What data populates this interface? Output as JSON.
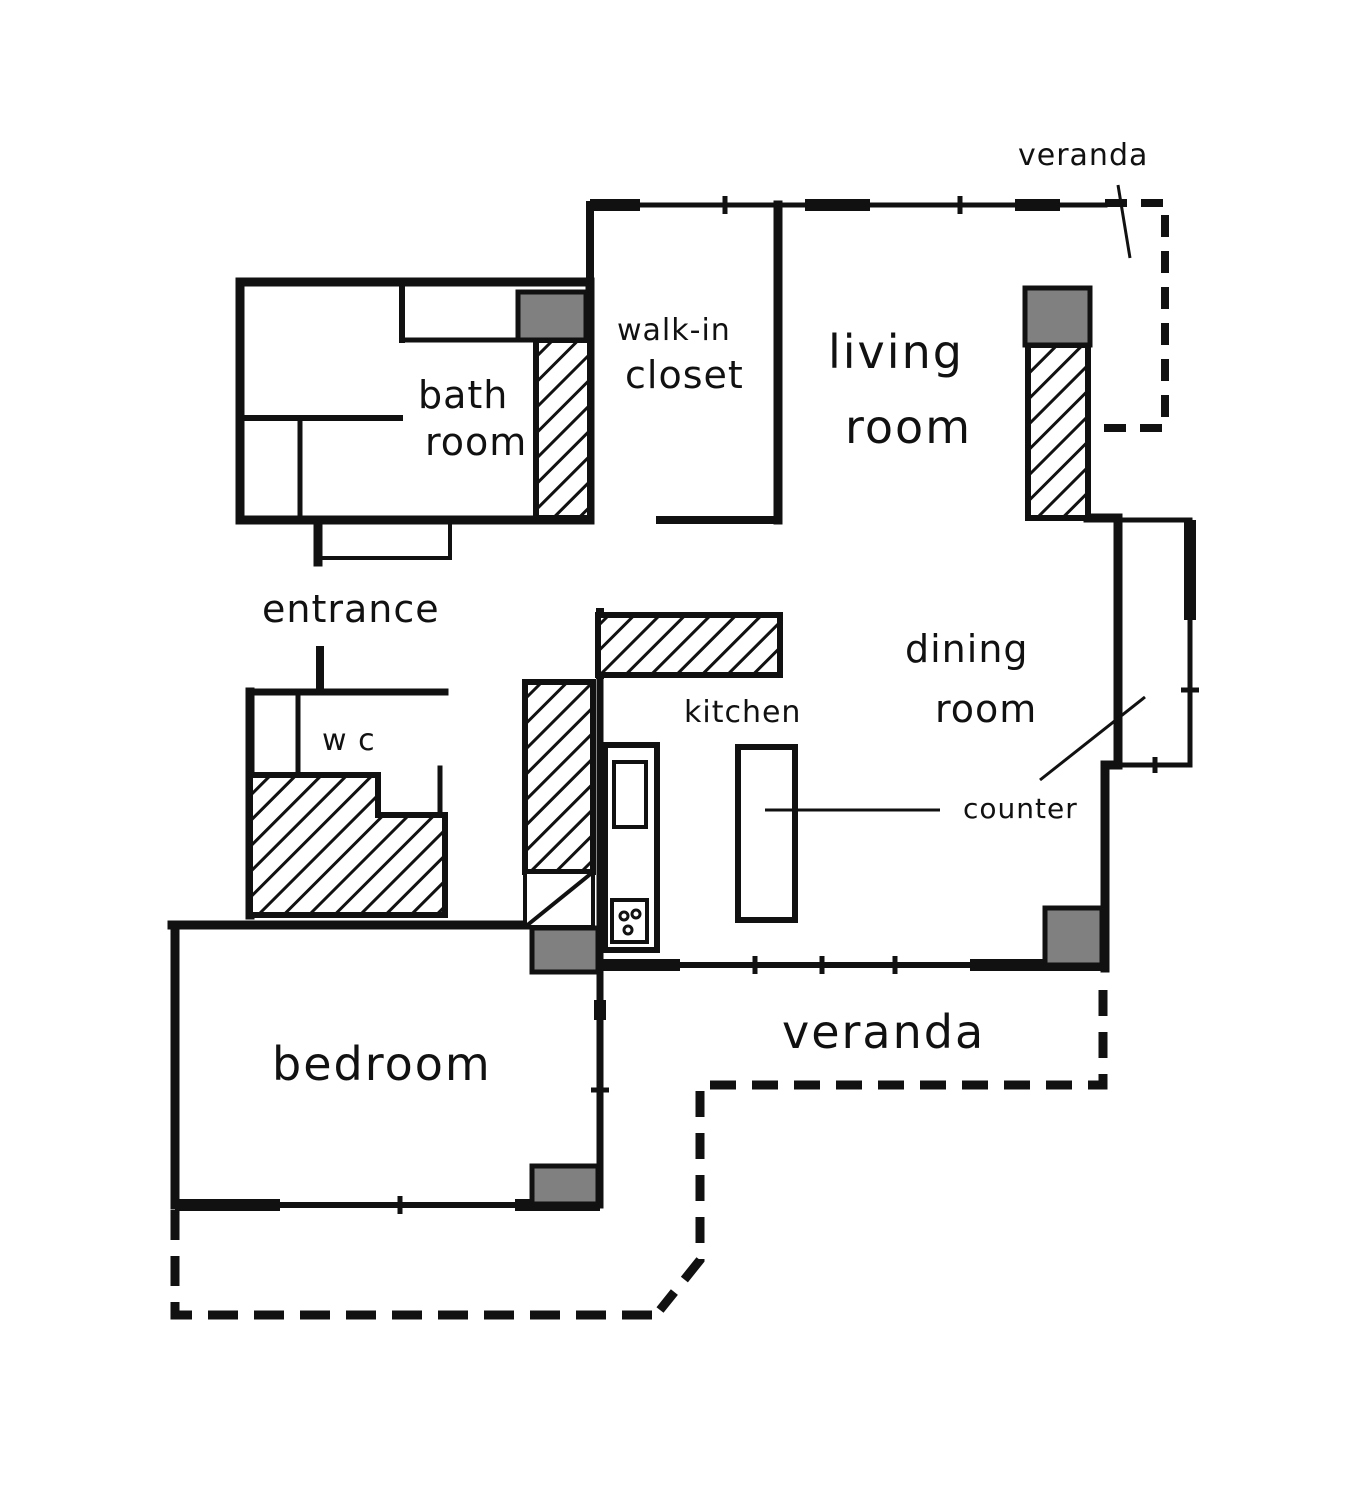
{
  "labels": {
    "veranda_top": "veranda",
    "walk_in_line1": "walk-in",
    "walk_in_line2": "closet",
    "living_line1": "living",
    "living_line2": "room",
    "bath_line1": "bath",
    "bath_line2": "room",
    "entrance": "entrance",
    "dining_line1": "dining",
    "dining_line2": "room",
    "kitchen": "kitchen",
    "wc": "w c",
    "counter": "counter",
    "veranda_bottom": "veranda",
    "bedroom": "bedroom"
  },
  "colors": {
    "wall": "#111111",
    "column": "#808080",
    "background": "#ffffff"
  }
}
